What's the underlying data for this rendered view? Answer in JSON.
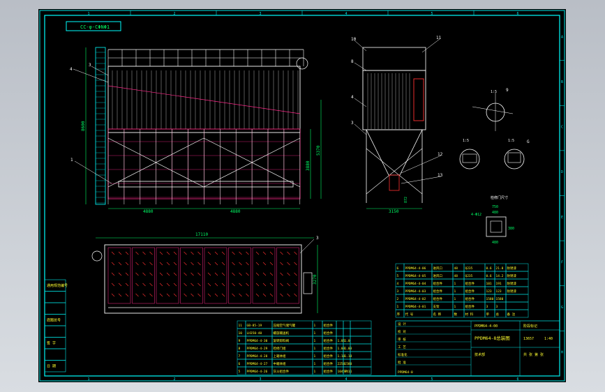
{
  "drawing": {
    "frame_columns": [
      "1",
      "2",
      "3",
      "4",
      "5",
      "6"
    ],
    "frame_rows": [
      "A",
      "B",
      "C",
      "D",
      "E",
      "F",
      "G",
      "H"
    ],
    "title_tag": "CC-φ-CΦNΦ1",
    "front_view": {
      "callouts": [
        "4",
        "3",
        "1"
      ],
      "dims_bottom": [
        "4880",
        "4880"
      ],
      "dim_left": "8600",
      "dims_right": [
        "3880",
        "5370"
      ]
    },
    "side_view": {
      "callouts": [
        "10",
        "11",
        "8",
        "4",
        "3",
        "12",
        "13"
      ],
      "dim_bottom": "3150",
      "dim_small": "872"
    },
    "plan_view": {
      "dim_top": "17110",
      "dim_right": "3270",
      "callout": "3"
    },
    "details": {
      "detail_a_label": "1:5",
      "detail_a_callout": "9",
      "detail_b_label": "1:5",
      "detail_c_label": "1:5",
      "detail_c_callout": "G",
      "detail_d_title": "检修门尺寸",
      "dims_d": [
        "750",
        "480",
        "380",
        "480",
        "4-Φ12"
      ]
    },
    "left_column_labels": [
      "通用规范编号",
      "",
      "",
      "底图总号",
      "",
      "签 字",
      "",
      "日 期"
    ],
    "parts_list_upper": [
      [
        "6",
        "PPDM64-4-06",
        "进风口",
        "48",
        "Q235",
        "0.6",
        "21.8",
        "防锈漆"
      ],
      [
        "5",
        "PPDM64-4-05",
        "进风口",
        "48",
        "Q235",
        "0.6",
        "14.2",
        "防锈漆"
      ],
      [
        "4",
        "PPDM64-4-04",
        "组合件",
        "1",
        "组合件",
        "101",
        "191",
        "防锈漆"
      ],
      [
        "3",
        "PPDM64-4-03",
        "组合件",
        "1",
        "组合件",
        "123",
        "123",
        "防锈漆"
      ],
      [
        "2",
        "PPDM64-4-02",
        "组合件",
        "1",
        "组合件",
        "1580",
        "1580",
        ""
      ],
      [
        "1",
        "PPDM64-4-01",
        "支架",
        "1",
        "组合件",
        "3",
        "3",
        ""
      ]
    ],
    "parts_list_header": [
      "序",
      "代 号",
      "名 称",
      "数",
      "材 料",
      "单",
      "总",
      "备 注"
    ],
    "parts_list_lower": [
      [
        "11",
        "GB-85-19",
        "压缩空气储气罐",
        "1",
        "组合件",
        "",
        "",
        ""
      ],
      [
        "10",
        "LH350-40",
        "螺旋输送机",
        "1",
        "组合件",
        "",
        "",
        ""
      ],
      [
        "9",
        "PPDM64-4-30",
        "旋转卸料阀",
        "1",
        "组合件",
        "1.05",
        "1.0",
        ""
      ],
      [
        "8",
        "PPDM64-4-29",
        "检修门组",
        "1",
        "组合件",
        "1.03",
        "1.03",
        ""
      ],
      [
        "7",
        "PPDM64-4-28",
        "上箱体组",
        "1",
        "组合件",
        "1.18",
        "1.18",
        ""
      ],
      [
        "6",
        "PPDM64-4-27",
        "中箱体组",
        "1",
        "组合件",
        "2250",
        "1580",
        ""
      ],
      [
        "5",
        "PPDM64-4-26",
        "灰斗组合件",
        "1",
        "组合件",
        "10457",
        "9411",
        ""
      ]
    ],
    "title_block": {
      "title_main": "PPDM64-8总装图",
      "code": "PPDM64-4-00",
      "company": "技术部",
      "weight": "13657",
      "scale": "1:40",
      "sheet": "共 张 第 张",
      "design_labels": [
        "设 计",
        "校 对",
        "审 核",
        "工 艺",
        "标准化",
        "批 准"
      ],
      "stage_label": "阶段标记",
      "bottom_code": "PPDM64-0"
    }
  },
  "colors": {
    "frame": "#00e8e8",
    "frame_alt": "#00ffff",
    "structure": "#ffffff",
    "hidden": "#ff2a8a",
    "bags": "#ff3030",
    "dim": "#00ff66",
    "text": "#ffff30",
    "background": "#000000"
  }
}
